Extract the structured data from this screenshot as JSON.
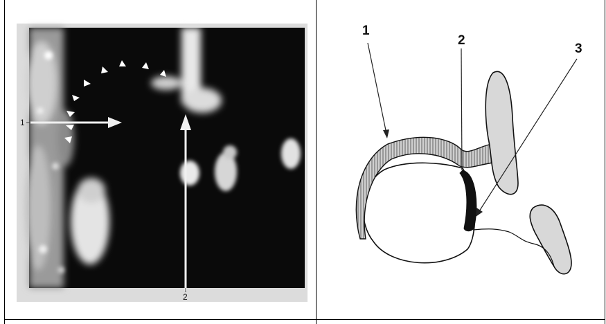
{
  "left_panel": {
    "marker_1": "1",
    "marker_2": "2"
  },
  "right_panel": {
    "label_1": "1",
    "label_2": "2",
    "label_3": "3"
  },
  "colors": {
    "border": "#000000",
    "ultrasound_bg": "#0a0a0a",
    "echo": "#e8e8e8",
    "bone_fill": "#d8d8d8",
    "cartilage_fill": "#111111"
  }
}
